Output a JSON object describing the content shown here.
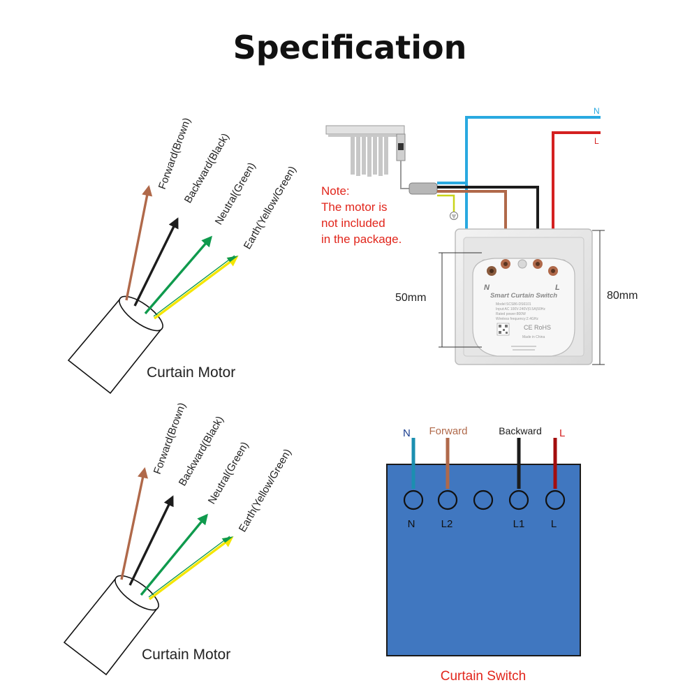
{
  "title": "Specification",
  "colors": {
    "brown": "#b0694a",
    "black": "#1c1c1c",
    "green": "#0f9a4d",
    "yellow": "#f4e600",
    "blue_wire": "#29a9e0",
    "red_wire": "#d42020",
    "teal_wire": "#1b8fb0",
    "dark_red_wire": "#a30e0e",
    "switch_box": "#4077c0",
    "note_red": "#e1251b"
  },
  "motor_top": {
    "wires": [
      "Forward(Brown)",
      "Backward(Black)",
      "Neutral(Green)",
      "Earth(Yellow/Green)"
    ],
    "label": "Curtain Motor"
  },
  "motor_bottom": {
    "wires": [
      "Forward(Brown)",
      "Backward(Black)",
      "Neutral(Green)",
      "Earth(Yellow/Green)"
    ],
    "label": "Curtain Motor"
  },
  "photo_wiring": {
    "n_label": "N",
    "l_label": "L",
    "note_lines": [
      "Note:",
      "The motor is",
      "not included",
      "in the package."
    ],
    "dim_inner": "50mm",
    "dim_outer": "80mm",
    "module": {
      "n": "N",
      "l": "L",
      "title": "Smart Curtain Switch",
      "details": [
        "Model:SCS86-DS6101",
        "Input:AC 100V-240V(0.5A)50Hz",
        "Rated power:800W",
        "Wireless frequency:2.4GHz"
      ],
      "marks": "CE RoHS",
      "made": "Made in China"
    }
  },
  "schematic": {
    "top_labels": {
      "n": "N",
      "forward": "Forward",
      "backward": "Backward",
      "l": "L"
    },
    "terminals": [
      "N",
      "L2",
      "",
      "L1",
      "L"
    ],
    "caption": "Curtain Switch"
  }
}
